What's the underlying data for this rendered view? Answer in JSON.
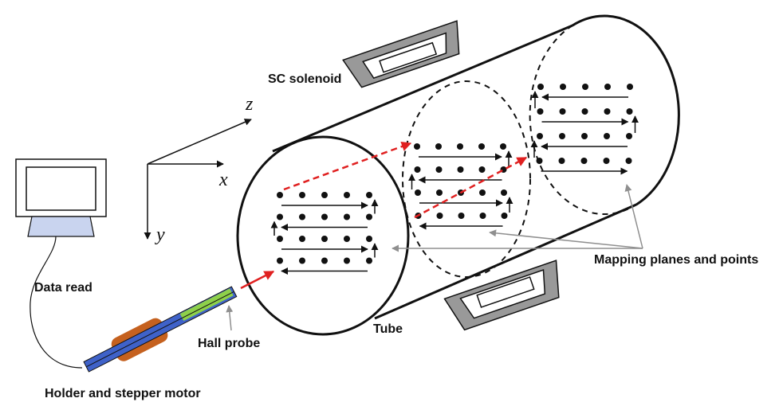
{
  "labels": {
    "solenoid": "SC solenoid",
    "data_read": "Data read",
    "hall_probe": "Hall probe",
    "tube": "Tube",
    "mapping": "Mapping planes and points",
    "holder": "Holder and stepper motor"
  },
  "axes": {
    "x": "x",
    "y": "y",
    "z": "z"
  },
  "colors": {
    "outline": "#111111",
    "solenoid_fill": "#999999",
    "probe_tube": "#3f62c9",
    "probe_tip": "#8ed04a",
    "motor": "#c5611f",
    "scan_arrow": "#e02020",
    "pointer_arrow": "#8f8f8f",
    "monitor_base": "#c9d4ef"
  },
  "icons": [
    "computer-monitor-icon",
    "hall-probe-icon",
    "stepper-motor-icon"
  ],
  "grid": {
    "rows": 4,
    "cols": 5
  }
}
